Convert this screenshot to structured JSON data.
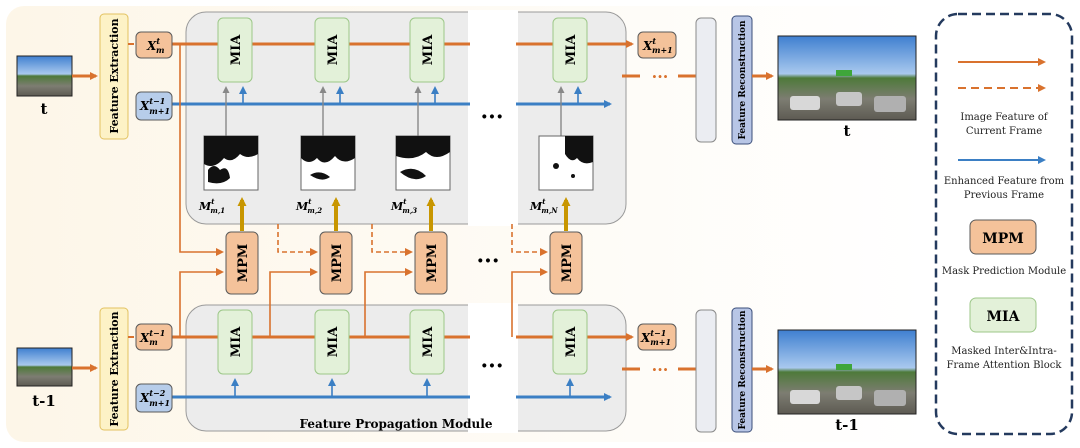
{
  "frames": {
    "top_input_label": "t",
    "bottom_input_label": "t-1",
    "top_output_label": "t",
    "bottom_output_label": "t-1"
  },
  "modules": {
    "feature_extraction": "Feature Extraction",
    "feature_reconstruction": "Feature Reconstruction",
    "mia": "MIA",
    "mpm": "MPM",
    "feature_propagation": "Feature Propagation Module",
    "ellipsis": "···"
  },
  "features": {
    "top_in": "X",
    "top_in_sup": "t",
    "top_in_sub": "m",
    "top_prev": "X",
    "top_prev_sup": "t−1",
    "top_prev_sub": "m+1",
    "top_out": "X",
    "top_out_sup": "t",
    "top_out_sub": "m+1",
    "bot_in": "X",
    "bot_in_sup": "t−1",
    "bot_in_sub": "m",
    "bot_prev": "X",
    "bot_prev_sup": "t−2",
    "bot_prev_sub": "m+1",
    "bot_out": "X",
    "bot_out_sup": "t−1",
    "bot_out_sub": "m+1"
  },
  "masks": [
    {
      "base": "M",
      "sup": "t",
      "sub": "m,1"
    },
    {
      "base": "M",
      "sup": "t",
      "sub": "m,2"
    },
    {
      "base": "M",
      "sup": "t",
      "sub": "m,3"
    },
    {
      "base": "M",
      "sup": "t",
      "sub": "m,N"
    }
  ],
  "legend": {
    "image_feature_line1": "Image Feature of",
    "image_feature_line2": "Current Frame",
    "enhanced_line1": "Enhanced Feature from",
    "enhanced_line2": "Previous Frame",
    "mpm_box": "MPM",
    "mpm_desc": "Mask Prediction Module",
    "mia_box": "MIA",
    "mia_desc_line1": "Masked Inter&Intra-",
    "mia_desc_line2": "Frame Attention Block"
  },
  "colors": {
    "orange": "#d9722e",
    "blue": "#3b7fc4",
    "mia_fill": "#e3f1d9",
    "mia_stroke": "#9cc788",
    "mpm_fill": "#f4c29a",
    "mpm_stroke": "#5a5a5a",
    "x_fill": "#f4c29a",
    "xprev_fill": "#b7cdea",
    "fe_fill": "#fdf2c6",
    "fr_fill": "#b8c6e6",
    "module_bg": "#ececec",
    "mask_arrow": "#c89600",
    "legend_border": "#243a5e"
  }
}
